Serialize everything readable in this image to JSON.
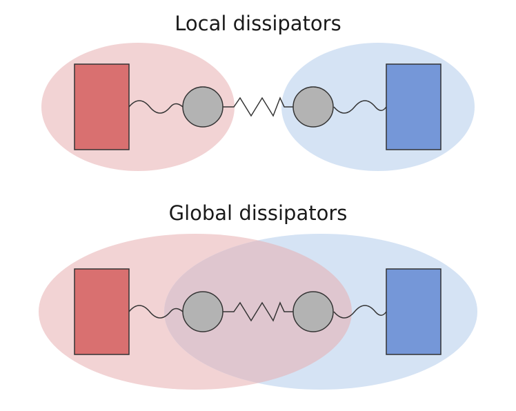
{
  "panels": {
    "local": {
      "title": "Local dissipators"
    },
    "global": {
      "title": "Global dissipators"
    }
  },
  "colors": {
    "left_bath": "#d97070",
    "right_bath": "#7597d8",
    "left_region": "#f2d3d4",
    "right_region": "#d5e3f4",
    "overlap_region": "#dfc6cf",
    "oscillator": "#b3b3b3",
    "outline": "#333333"
  },
  "elements": {
    "left_bath": "hot-reservoir-rectangle",
    "right_bath": "cold-reservoir-rectangle",
    "oscillators": "two-coupled-masses",
    "coupling": "zigzag-spring",
    "bath_link": "wavy-line"
  }
}
